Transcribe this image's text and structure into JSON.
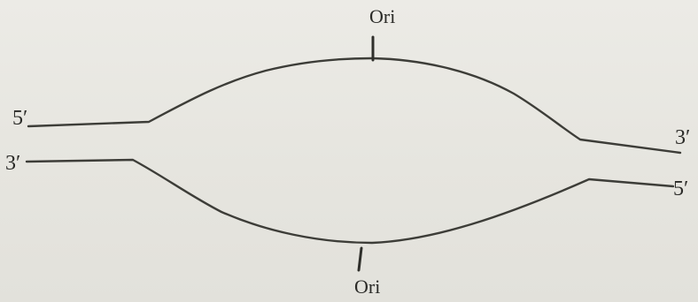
{
  "diagram": {
    "top_strand": {
      "left_end": "5′",
      "right_end": "3′"
    },
    "bottom_strand": {
      "left_end": "3′",
      "right_end": "5′"
    },
    "origin": {
      "top_label": "Ori",
      "bottom_label": "Ori"
    }
  }
}
